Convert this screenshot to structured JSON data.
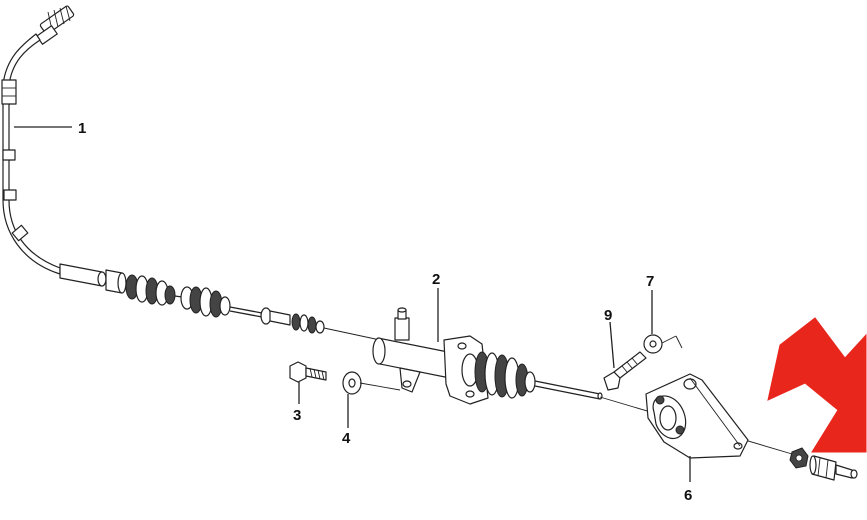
{
  "labels": {
    "p1": "1",
    "p2": "2",
    "p3": "3",
    "p4": "4",
    "p6": "6",
    "p7": "7",
    "p9": "9"
  },
  "colors": {
    "arrow": "#e8261c",
    "line": "#222222",
    "background": "#ffffff"
  },
  "callout": {
    "icon": "arrow-down-right-icon"
  }
}
